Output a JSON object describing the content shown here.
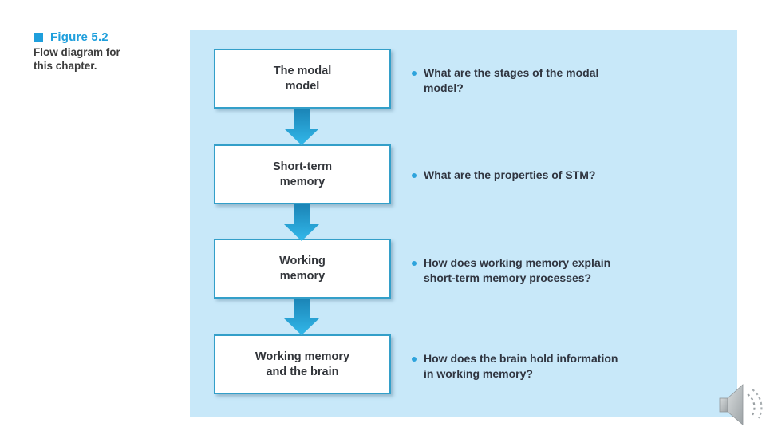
{
  "figure": {
    "label": "Figure 5.2",
    "caption": "Flow diagram for\nthis chapter."
  },
  "rows": [
    {
      "box": "The modal\nmodel",
      "question": "What are the stages of the modal\nmodel?"
    },
    {
      "box": "Short-term\nmemory",
      "question": "What are the properties of STM?"
    },
    {
      "box": "Working\nmemory",
      "question": "How does working memory explain\nshort-term memory processes?"
    },
    {
      "box": "Working memory\nand the brain",
      "question": "How does the brain hold information\nin working memory?"
    }
  ],
  "icons": {
    "figure_marker": "blue-square-icon",
    "audio": "speaker-icon"
  },
  "colors": {
    "accent_blue": "#1f9fdc",
    "panel_background": "#c8e8f9",
    "box_border": "#339fc9",
    "arrow_top": "#1b84b6",
    "arrow_bottom": "#32b8ea",
    "bullet": "#2da3dc",
    "text_dark": "#32353a"
  }
}
